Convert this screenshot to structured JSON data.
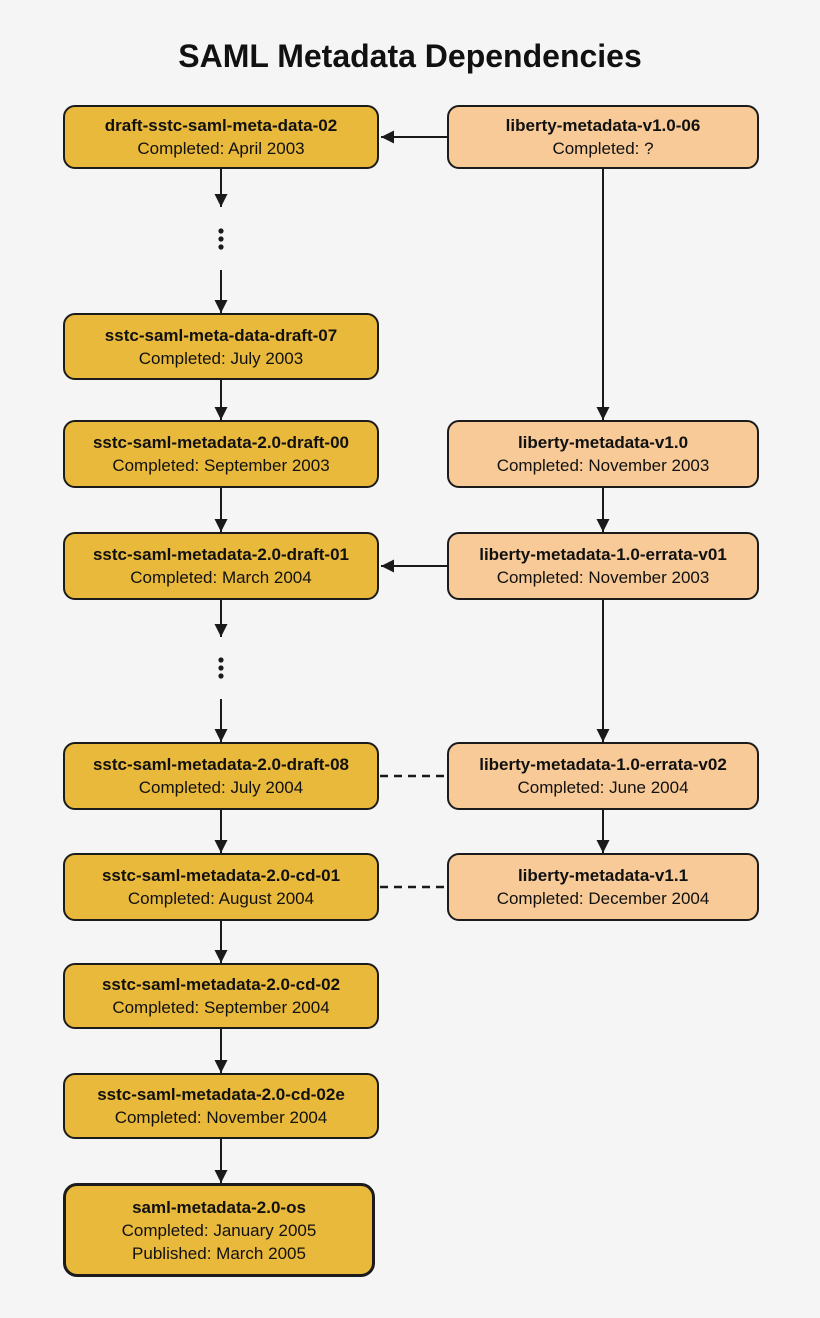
{
  "title": "SAML Metadata Dependencies",
  "colors": {
    "bg": "#F5F5F5",
    "saml-fill": "#E9B93C",
    "liberty-fill": "#F7CA97",
    "stroke": "#1A1A1A",
    "text": "#111111"
  },
  "nodes": {
    "saml_draft_sstc_02": {
      "title": "draft-sstc-saml-meta-data-02",
      "lines": [
        "Completed: April 2003"
      ]
    },
    "saml_draft07": {
      "title": "sstc-saml-meta-data-draft-07",
      "lines": [
        "Completed: July 2003"
      ]
    },
    "saml_20_draft00": {
      "title": "sstc-saml-metadata-2.0-draft-00",
      "lines": [
        "Completed: September 2003"
      ]
    },
    "saml_20_draft01": {
      "title": "sstc-saml-metadata-2.0-draft-01",
      "lines": [
        "Completed: March 2004"
      ]
    },
    "saml_20_draft08": {
      "title": "sstc-saml-metadata-2.0-draft-08",
      "lines": [
        "Completed: July 2004"
      ]
    },
    "saml_20_cd01": {
      "title": "sstc-saml-metadata-2.0-cd-01",
      "lines": [
        "Completed: August 2004"
      ]
    },
    "saml_20_cd02": {
      "title": "sstc-saml-metadata-2.0-cd-02",
      "lines": [
        "Completed: September 2004"
      ]
    },
    "saml_20_cd02e": {
      "title": "sstc-saml-metadata-2.0-cd-02e",
      "lines": [
        "Completed: November 2004"
      ]
    },
    "saml_20_os": {
      "title": "saml-metadata-2.0-os",
      "lines": [
        "Completed: January 2005",
        "Published: March 2005"
      ]
    },
    "liberty_v10_06": {
      "title": "liberty-metadata-v1.0-06",
      "lines": [
        "Completed: ?"
      ]
    },
    "liberty_v10": {
      "title": "liberty-metadata-v1.0",
      "lines": [
        "Completed: November 2003"
      ]
    },
    "liberty_errata_v01": {
      "title": "liberty-metadata-1.0-errata-v01",
      "lines": [
        "Completed: November 2003"
      ]
    },
    "liberty_errata_v02": {
      "title": "liberty-metadata-1.0-errata-v02",
      "lines": [
        "Completed: June 2004"
      ]
    },
    "liberty_v11": {
      "title": "liberty-metadata-v1.1",
      "lines": [
        "Completed: December 2004"
      ]
    }
  },
  "edges": [
    {
      "from": "liberty-metadata-v1.0-06",
      "to": "draft-sstc-saml-meta-data-02",
      "style": "arrow"
    },
    {
      "from": "draft-sstc-saml-meta-data-02",
      "to": "sstc-saml-meta-data-draft-07",
      "style": "arrow-with-ellipsis"
    },
    {
      "from": "sstc-saml-meta-data-draft-07",
      "to": "sstc-saml-metadata-2.0-draft-00",
      "style": "arrow"
    },
    {
      "from": "sstc-saml-metadata-2.0-draft-00",
      "to": "sstc-saml-metadata-2.0-draft-01",
      "style": "arrow"
    },
    {
      "from": "liberty-metadata-1.0-errata-v01",
      "to": "sstc-saml-metadata-2.0-draft-01",
      "style": "arrow"
    },
    {
      "from": "sstc-saml-metadata-2.0-draft-01",
      "to": "sstc-saml-metadata-2.0-draft-08",
      "style": "arrow-with-ellipsis"
    },
    {
      "from": "sstc-saml-metadata-2.0-draft-08",
      "to": "sstc-saml-metadata-2.0-cd-01",
      "style": "arrow"
    },
    {
      "from": "sstc-saml-metadata-2.0-cd-01",
      "to": "sstc-saml-metadata-2.0-cd-02",
      "style": "arrow"
    },
    {
      "from": "sstc-saml-metadata-2.0-cd-02",
      "to": "sstc-saml-metadata-2.0-cd-02e",
      "style": "arrow"
    },
    {
      "from": "sstc-saml-metadata-2.0-cd-02e",
      "to": "saml-metadata-2.0-os",
      "style": "arrow"
    },
    {
      "from": "liberty-metadata-v1.0-06",
      "to": "liberty-metadata-v1.0",
      "style": "arrow"
    },
    {
      "from": "liberty-metadata-v1.0",
      "to": "liberty-metadata-1.0-errata-v01",
      "style": "arrow"
    },
    {
      "from": "liberty-metadata-1.0-errata-v01",
      "to": "liberty-metadata-1.0-errata-v02",
      "style": "arrow"
    },
    {
      "from": "liberty-metadata-1.0-errata-v02",
      "to": "liberty-metadata-v1.1",
      "style": "arrow"
    },
    {
      "from": "sstc-saml-metadata-2.0-draft-08",
      "to": "liberty-metadata-1.0-errata-v02",
      "style": "dashed"
    },
    {
      "from": "sstc-saml-metadata-2.0-cd-01",
      "to": "liberty-metadata-v1.1",
      "style": "dashed"
    }
  ]
}
